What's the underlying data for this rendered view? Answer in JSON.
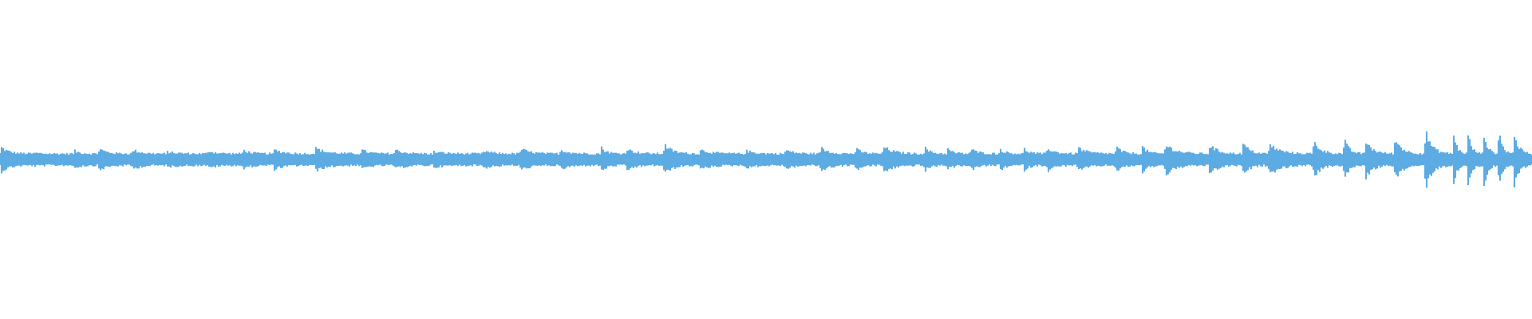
{
  "waveform": {
    "color": "#5dabe3",
    "background": "#ffffff",
    "sample_count": 960,
    "onsets": [
      0.0,
      0.022,
      0.036,
      0.048,
      0.064,
      0.086,
      0.108,
      0.135,
      0.158,
      0.178,
      0.205,
      0.235,
      0.257,
      0.282,
      0.315,
      0.339,
      0.365,
      0.392,
      0.408,
      0.433,
      0.456,
      0.486,
      0.512,
      0.535,
      0.558,
      0.576,
      0.603,
      0.618,
      0.633,
      0.652,
      0.668,
      0.683,
      0.703,
      0.728,
      0.745,
      0.76,
      0.789,
      0.811,
      0.828,
      0.857,
      0.877,
      0.891,
      0.91,
      0.93,
      0.948,
      0.958,
      0.968,
      0.978,
      0.988
    ],
    "peaks": [
      0.25,
      0.14,
      0.12,
      0.18,
      0.22,
      0.2,
      0.16,
      0.18,
      0.2,
      0.2,
      0.23,
      0.2,
      0.2,
      0.16,
      0.18,
      0.22,
      0.2,
      0.24,
      0.22,
      0.3,
      0.2,
      0.18,
      0.2,
      0.24,
      0.22,
      0.26,
      0.25,
      0.22,
      0.22,
      0.22,
      0.22,
      0.24,
      0.24,
      0.26,
      0.27,
      0.3,
      0.3,
      0.34,
      0.3,
      0.36,
      0.4,
      0.38,
      0.42,
      0.56,
      0.6,
      0.52,
      0.62,
      0.6,
      0.56,
      0.58,
      0.48,
      0.58,
      0.52,
      0.4,
      0.42,
      0.54,
      0.56,
      0.5,
      0.48,
      0.6,
      0.52,
      0.66,
      0.58,
      0.5,
      0.48
    ]
  }
}
